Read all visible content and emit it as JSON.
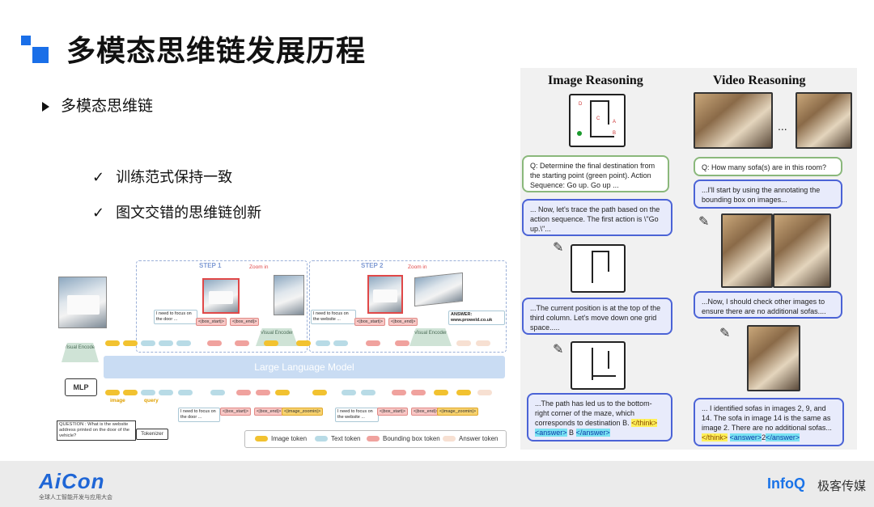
{
  "slide": {
    "title": "多模态思维链发展历程",
    "bullet_main": "多模态思维链",
    "checks": [
      "训练范式保持一致",
      "图文交错的思维链创新"
    ]
  },
  "diagram": {
    "step1": "STEP 1",
    "step2": "STEP 2",
    "zoom_in": "Zoom in",
    "llm": "Large Language Model",
    "visual_encoder": "Visual Encoder",
    "mlp": "MLP",
    "tokenizer": "Tokenizer",
    "image_label": "image",
    "query_label": "query",
    "question": "QUESTION : What is the website address printed on the door of the vehicle?",
    "focus_door": "I need to focus on the door ...",
    "focus_website": "I need to focus on the website ...",
    "box_start": "<|box_start|>",
    "box_end": "<|box_end|>",
    "image_zoomin": "<|image_zoomin|>",
    "answer": "ANSWER: www.proweld.co.uk",
    "legend": [
      "Image token",
      "Text token",
      "Bounding box token",
      "Answer token"
    ],
    "colors": {
      "image": "#f2c230",
      "text": "#b8dbe6",
      "bbox": "#f0a29e",
      "answer": "#f7e0d2",
      "llm": "#c9dcf3"
    }
  },
  "figure": {
    "image_reasoning": "Image Reasoning",
    "video_reasoning": "Video Reasoning",
    "maze_letters": [
      "D",
      "C",
      "A",
      "B"
    ],
    "q_image": "Q: Determine the final destination from the starting point (green point). Action Sequence: Go up. Go up ...",
    "a1": "... Now, let's trace the path based on the action sequence. The first action is \\\"Go up.\\\"...",
    "a2": "...The current position is at the top of the third column. Let's move down one grid space.....",
    "a3_text": "...The path has led us to the bottom-right corner of the maze, which corresponds to destination B.",
    "think_close": "</think>",
    "answer_open": "<answer>",
    "a3_answer": "B",
    "answer_close": "</answer>",
    "q_video": "Q: How many sofa(s) are in this room?",
    "v1": "...I'll start by using the annotating the bounding box on images...",
    "v2": "...Now, I should check other images to ensure there are no additional sofas....",
    "v3_text": "... I identified sofas in images 2, 9, and 14. The sofa in image 14 is the same as image 2. There are no additional sofas...",
    "v3_answer": "2",
    "ellipsis": "...",
    "tool_icon": "tools-icon"
  },
  "footer": {
    "aicon": "AiCon",
    "aicon_sub": "全球人工智能开发与应用大会",
    "infoq": "InfoQ",
    "infoq_cn": "极客传媒"
  }
}
